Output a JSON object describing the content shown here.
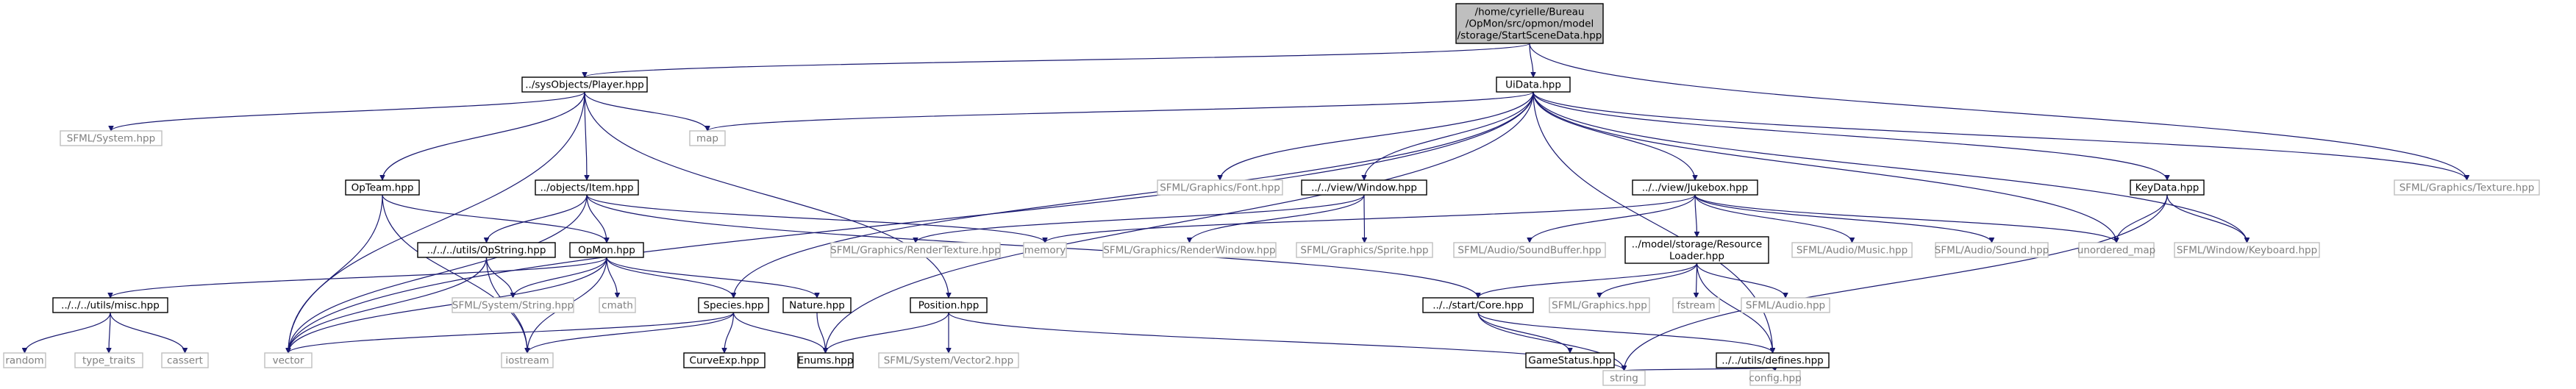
{
  "diagram": {
    "nodes": [
      {
        "id": "root",
        "lines": [
          "/home/cyrielle/Bureau",
          "/OpMon/src/opmon/model",
          "/storage/StartSceneData.hpp"
        ],
        "kind": "root"
      },
      {
        "id": "player",
        "lines": [
          "../sysObjects/Player.hpp"
        ],
        "kind": "doc"
      },
      {
        "id": "uidata",
        "lines": [
          "UiData.hpp"
        ],
        "kind": "doc"
      },
      {
        "id": "sfml_system",
        "lines": [
          "SFML/System.hpp"
        ],
        "kind": "sys"
      },
      {
        "id": "opteam",
        "lines": [
          "OpTeam.hpp"
        ],
        "kind": "doc"
      },
      {
        "id": "item",
        "lines": [
          "../objects/Item.hpp"
        ],
        "kind": "doc"
      },
      {
        "id": "map",
        "lines": [
          "map"
        ],
        "kind": "sys"
      },
      {
        "id": "sfml_font",
        "lines": [
          "SFML/Graphics/Font.hpp"
        ],
        "kind": "sys"
      },
      {
        "id": "window",
        "lines": [
          "../../view/Window.hpp"
        ],
        "kind": "doc"
      },
      {
        "id": "jukebox",
        "lines": [
          "../../view/Jukebox.hpp"
        ],
        "kind": "doc"
      },
      {
        "id": "keydata",
        "lines": [
          "KeyData.hpp"
        ],
        "kind": "doc"
      },
      {
        "id": "sfml_texture",
        "lines": [
          "SFML/Graphics/Texture.hpp"
        ],
        "kind": "sys"
      },
      {
        "id": "opstring",
        "lines": [
          "../../../utils/OpString.hpp"
        ],
        "kind": "doc"
      },
      {
        "id": "opmon",
        "lines": [
          "OpMon.hpp"
        ],
        "kind": "doc"
      },
      {
        "id": "sfml_rendertexture",
        "lines": [
          "SFML/Graphics/RenderTexture.hpp"
        ],
        "kind": "sys"
      },
      {
        "id": "memory",
        "lines": [
          "memory"
        ],
        "kind": "sys"
      },
      {
        "id": "sfml_renderwindow",
        "lines": [
          "SFML/Graphics/RenderWindow.hpp"
        ],
        "kind": "sys"
      },
      {
        "id": "sfml_sprite",
        "lines": [
          "SFML/Graphics/Sprite.hpp"
        ],
        "kind": "sys"
      },
      {
        "id": "sfml_soundbuffer",
        "lines": [
          "SFML/Audio/SoundBuffer.hpp"
        ],
        "kind": "sys"
      },
      {
        "id": "resourceloader",
        "lines": [
          "../model/storage/Resource",
          "Loader.hpp"
        ],
        "kind": "doc"
      },
      {
        "id": "sfml_music",
        "lines": [
          "SFML/Audio/Music.hpp"
        ],
        "kind": "sys"
      },
      {
        "id": "sfml_sound",
        "lines": [
          "SFML/Audio/Sound.hpp"
        ],
        "kind": "sys"
      },
      {
        "id": "unordered_map",
        "lines": [
          "unordered_map"
        ],
        "kind": "sys"
      },
      {
        "id": "sfml_keyboard",
        "lines": [
          "SFML/Window/Keyboard.hpp"
        ],
        "kind": "sys"
      },
      {
        "id": "misc",
        "lines": [
          "../../../utils/misc.hpp"
        ],
        "kind": "doc"
      },
      {
        "id": "sfml_string",
        "lines": [
          "SFML/System/String.hpp"
        ],
        "kind": "sys"
      },
      {
        "id": "cmath",
        "lines": [
          "cmath"
        ],
        "kind": "sys"
      },
      {
        "id": "species",
        "lines": [
          "Species.hpp"
        ],
        "kind": "doc"
      },
      {
        "id": "nature",
        "lines": [
          "Nature.hpp"
        ],
        "kind": "doc"
      },
      {
        "id": "position",
        "lines": [
          "Position.hpp"
        ],
        "kind": "doc"
      },
      {
        "id": "core",
        "lines": [
          "../../start/Core.hpp"
        ],
        "kind": "doc"
      },
      {
        "id": "sfml_graphics",
        "lines": [
          "SFML/Graphics.hpp"
        ],
        "kind": "sys"
      },
      {
        "id": "fstream",
        "lines": [
          "fstream"
        ],
        "kind": "sys"
      },
      {
        "id": "sfml_audio",
        "lines": [
          "SFML/Audio.hpp"
        ],
        "kind": "sys"
      },
      {
        "id": "random",
        "lines": [
          "random"
        ],
        "kind": "sys"
      },
      {
        "id": "type_traits",
        "lines": [
          "type_traits"
        ],
        "kind": "sys"
      },
      {
        "id": "cassert",
        "lines": [
          "cassert"
        ],
        "kind": "sys"
      },
      {
        "id": "vector",
        "lines": [
          "vector"
        ],
        "kind": "sys"
      },
      {
        "id": "iostream",
        "lines": [
          "iostream"
        ],
        "kind": "sys"
      },
      {
        "id": "curveexp",
        "lines": [
          "CurveExp.hpp"
        ],
        "kind": "doc"
      },
      {
        "id": "enums",
        "lines": [
          "Enums.hpp"
        ],
        "kind": "doc"
      },
      {
        "id": "sfml_vector2",
        "lines": [
          "SFML/System/Vector2.hpp"
        ],
        "kind": "sys"
      },
      {
        "id": "gamestatus",
        "lines": [
          "GameStatus.hpp"
        ],
        "kind": "doc"
      },
      {
        "id": "defines",
        "lines": [
          "../../utils/defines.hpp"
        ],
        "kind": "doc"
      },
      {
        "id": "string",
        "lines": [
          "string"
        ],
        "kind": "sys"
      },
      {
        "id": "config",
        "lines": [
          "config.hpp"
        ],
        "kind": "sys"
      }
    ],
    "edges": [
      [
        "root",
        "player"
      ],
      [
        "root",
        "uidata"
      ],
      [
        "root",
        "sfml_texture"
      ],
      [
        "player",
        "sfml_system"
      ],
      [
        "player",
        "opteam"
      ],
      [
        "player",
        "item"
      ],
      [
        "player",
        "map"
      ],
      [
        "player",
        "position"
      ],
      [
        "player",
        "vector"
      ],
      [
        "uidata",
        "map"
      ],
      [
        "uidata",
        "species"
      ],
      [
        "uidata",
        "sfml_font"
      ],
      [
        "uidata",
        "window"
      ],
      [
        "uidata",
        "jukebox"
      ],
      [
        "uidata",
        "keydata"
      ],
      [
        "uidata",
        "sfml_texture"
      ],
      [
        "uidata",
        "unordered_map"
      ],
      [
        "uidata",
        "sfml_keyboard"
      ],
      [
        "uidata",
        "enums"
      ],
      [
        "uidata",
        "vector"
      ],
      [
        "uidata",
        "defines"
      ],
      [
        "opteam",
        "opmon"
      ],
      [
        "opteam",
        "vector"
      ],
      [
        "opteam",
        "iostream"
      ],
      [
        "item",
        "opstring"
      ],
      [
        "item",
        "opmon"
      ],
      [
        "item",
        "memory"
      ],
      [
        "item",
        "core"
      ],
      [
        "item",
        "vector"
      ],
      [
        "window",
        "sfml_rendertexture"
      ],
      [
        "window",
        "sfml_renderwindow"
      ],
      [
        "window",
        "sfml_sprite"
      ],
      [
        "jukebox",
        "memory"
      ],
      [
        "jukebox",
        "sfml_soundbuffer"
      ],
      [
        "jukebox",
        "resourceloader"
      ],
      [
        "jukebox",
        "sfml_music"
      ],
      [
        "jukebox",
        "sfml_sound"
      ],
      [
        "jukebox",
        "unordered_map"
      ],
      [
        "keydata",
        "unordered_map"
      ],
      [
        "keydata",
        "sfml_keyboard"
      ],
      [
        "keydata",
        "string"
      ],
      [
        "opstring",
        "sfml_string"
      ],
      [
        "opstring",
        "vector"
      ],
      [
        "opstring",
        "iostream"
      ],
      [
        "opmon",
        "misc"
      ],
      [
        "opmon",
        "sfml_string"
      ],
      [
        "opmon",
        "cmath"
      ],
      [
        "opmon",
        "species"
      ],
      [
        "opmon",
        "nature"
      ],
      [
        "opmon",
        "iostream"
      ],
      [
        "opmon",
        "vector"
      ],
      [
        "resourceloader",
        "core"
      ],
      [
        "resourceloader",
        "sfml_graphics"
      ],
      [
        "resourceloader",
        "fstream"
      ],
      [
        "resourceloader",
        "sfml_audio"
      ],
      [
        "resourceloader",
        "defines"
      ],
      [
        "misc",
        "random"
      ],
      [
        "misc",
        "type_traits"
      ],
      [
        "misc",
        "cassert"
      ],
      [
        "species",
        "vector"
      ],
      [
        "species",
        "iostream"
      ],
      [
        "species",
        "curveexp"
      ],
      [
        "species",
        "enums"
      ],
      [
        "nature",
        "enums"
      ],
      [
        "position",
        "enums"
      ],
      [
        "position",
        "sfml_vector2"
      ],
      [
        "position",
        "string"
      ],
      [
        "core",
        "gamestatus"
      ],
      [
        "core",
        "defines"
      ],
      [
        "core",
        "string"
      ],
      [
        "defines",
        "string"
      ],
      [
        "defines",
        "config"
      ]
    ]
  }
}
